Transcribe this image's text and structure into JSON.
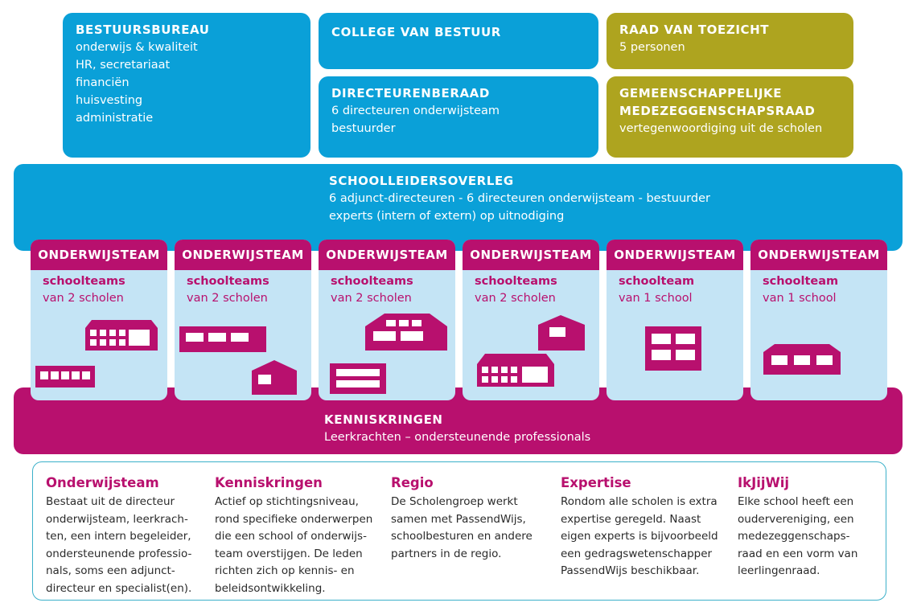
{
  "top": {
    "bestuursbureau": {
      "title": "BESTUURSBUREAU",
      "lines": [
        "onderwijs & kwaliteit",
        "HR, secretariaat",
        "financiën",
        "huisvesting",
        "administratie"
      ]
    },
    "college": {
      "title": "COLLEGE VAN BESTUUR"
    },
    "directeurenberaad": {
      "title": "DIRECTEURENBERAAD",
      "lines": [
        "6 directeuren onderwijsteam",
        "bestuurder"
      ]
    },
    "raad": {
      "title": "RAAD VAN TOEZICHT",
      "lines": [
        "5 personen"
      ]
    },
    "gmr": {
      "title": [
        "GEMEENSCHAPPELIJKE",
        "MEDEZEGGENSCHAPSRAAD"
      ],
      "lines": [
        "vertegenwoordiging uit de scholen"
      ]
    }
  },
  "schoolleidersoverleg": {
    "title": "SCHOOLLEIDERSOVERLEG",
    "lines": [
      "6 adjunct-directeuren - 6 directeuren onderwijsteam - bestuurder",
      "experts (intern of extern) op uitnodiging"
    ]
  },
  "teams": [
    {
      "title": "ONDERWIJSTEAM",
      "sub1": "schoolteams",
      "sub2": "van 2 scholen"
    },
    {
      "title": "ONDERWIJSTEAM",
      "sub1": "schoolteams",
      "sub2": "van 2 scholen"
    },
    {
      "title": "ONDERWIJSTEAM",
      "sub1": "schoolteams",
      "sub2": "van 2 scholen"
    },
    {
      "title": "ONDERWIJSTEAM",
      "sub1": "schoolteams",
      "sub2": "van 2 scholen"
    },
    {
      "title": "ONDERWIJSTEAM",
      "sub1": "schoolteam",
      "sub2": "van 1 school"
    },
    {
      "title": "ONDERWIJSTEAM",
      "sub1": "schoolteam",
      "sub2": "van 1 school"
    }
  ],
  "kenniskringen": {
    "title": "KENNISKRINGEN",
    "lines": [
      "Leerkrachten – ondersteunende professionals"
    ]
  },
  "info": [
    {
      "title": "Onderwijsteam",
      "lines": [
        "Bestaat uit de directeur",
        "onderwijsteam, leerkrach-",
        "ten, een intern begeleider,",
        "ondersteunende professio-",
        "nals, soms een adjunct-",
        "directeur en specialist(en)."
      ]
    },
    {
      "title": "Kenniskringen",
      "lines": [
        "Actief op stichtingsniveau,",
        "rond specifieke onderwerpen",
        "die een school of onderwijs-",
        "team overstijgen. De leden",
        "richten zich op kennis- en",
        "beleidsontwikkeling."
      ]
    },
    {
      "title": "Regio",
      "lines": [
        "De Scholengroep werkt",
        "samen met PassendWijs,",
        "schoolbesturen en andere",
        "partners in de regio."
      ]
    },
    {
      "title": "Expertise",
      "lines": [
        "Rondom alle scholen is extra",
        "expertise geregeld. Naast",
        "eigen experts is bijvoorbeeld",
        "een gedragswetenschapper",
        "PassendWijs beschikbaar."
      ]
    },
    {
      "title": "IkJijWij",
      "lines": [
        "Elke school heeft een",
        "oudervereniging, een",
        "medezeggenschaps-",
        "raad en een vorm van",
        "leerlingenraad."
      ]
    }
  ],
  "colors": {
    "blue": "#0aa0d8",
    "olive": "#aea41f",
    "magenta": "#b8106e",
    "light_blue": "#c4e4f5",
    "teal_border": "#3bb0c9"
  }
}
